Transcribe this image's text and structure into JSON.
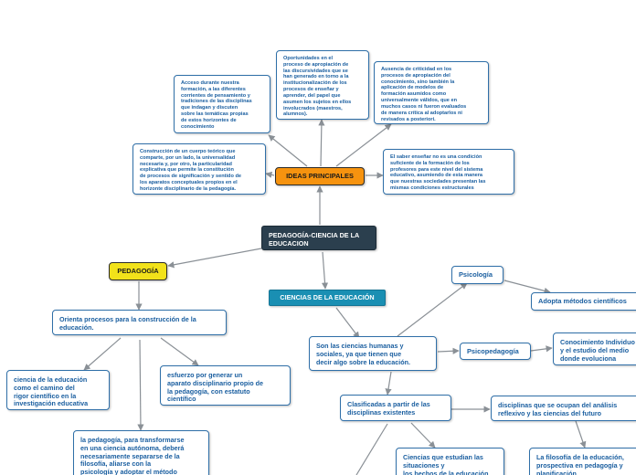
{
  "nodes": {
    "center": "PEDAGOGÍA-CIENCIA DE LA\nEDUCACION",
    "ideas_principales": "IDEAS PRINCIPALES",
    "idea_acceso": "Acceso durante nuestra\nformación, a las diferentes\ncorrientes de pensamiento y\ntradiciones de las disciplinas\nque indagan y discuten\nsobre las temáticas propias\nde estos horizontes de\nconocimiento",
    "idea_oportunidades": "Oportunidades en el\nproceso de apropiación de\nlas discursividades que se\nhan generado en torno a la\ninstitucionalización de los\nprocesos de enseñar y\naprender, del papel que\nasumen los sujetos en ellos\ninvolucrados (maestros,\nalumnos).",
    "idea_ausencia": "Ausencia de criticidad en los\nprocesos de apropiación del\nconocimiento, sino también la\naplicación de modelos de\nformación asumidos como\nuniversalmente válidos, que en\nmuchos casos ni fueron evaluados\nde manera crítica al adoptarlos ni\nrevisados a posteriori.",
    "idea_construccion": "Construcción de un cuerpo teórico que\ncomparte, por un lado, la universalidad\nnecesaria y, por otro, la particularidad\nexplicativa que permite la constitución\nde procesos de significación y sentido de\nlos aparatos conceptuales propios en el\nhorizonte disciplinario de la pedagogía.",
    "idea_saber": "El saber enseñar no es una condición\nsuficiente de la formación de los\nprofesores para este nivel del sistema\neducativo, asumiendo de esta manera\nque nuestras sociedades presentan las\nmismas condiciones estructurales",
    "pedagogia": "PEDAGOGÍA",
    "orienta": "Orienta procesos para la construcción de la\neducación.",
    "ciencia_educacion": "ciencia de la educación\ncomo el camino del\nrigor científico en la\ninvestigación educativa",
    "esfuerzo": "esfuerzo por generar un\naparato disciplinario propio de\nla pedagogía, con estatuto\ncientífico",
    "transformarse": "la pedagogía, para transformarse\nen una ciencia autónoma, deberá\nnecesariamente separarse de la\nfilosofía, aliarse con la\npsicología y adoptar el método",
    "ciencias_educacion": "CIENCIAS DE LA EDUCACIÓN",
    "son_ciencias": "Son las ciencias humanas y\nsociales, ya que tienen que\ndecir algo sobre la educación.",
    "psicologia": "Psicología",
    "adopta": "Adopta métodos científicos",
    "psicopedagogia": "Psicopedagogía",
    "conocimiento_individuo": "Conocimiento Individuo\ny el estudio del medio\ndonde evoluciona",
    "clasificadas": "Clasificadas a partir de las\ndisciplinas existentes",
    "disciplinas_analisis": "disciplinas que se ocupan del análisis\nreflexivo y las ciencias del futuro",
    "ciencias_situaciones": "Ciencias que estudian las\nsituaciones y\nlos hechos de la educación",
    "filosofia": "La filosofía de la educación,\nprospectiva en pedagogía y\nplanificación"
  }
}
